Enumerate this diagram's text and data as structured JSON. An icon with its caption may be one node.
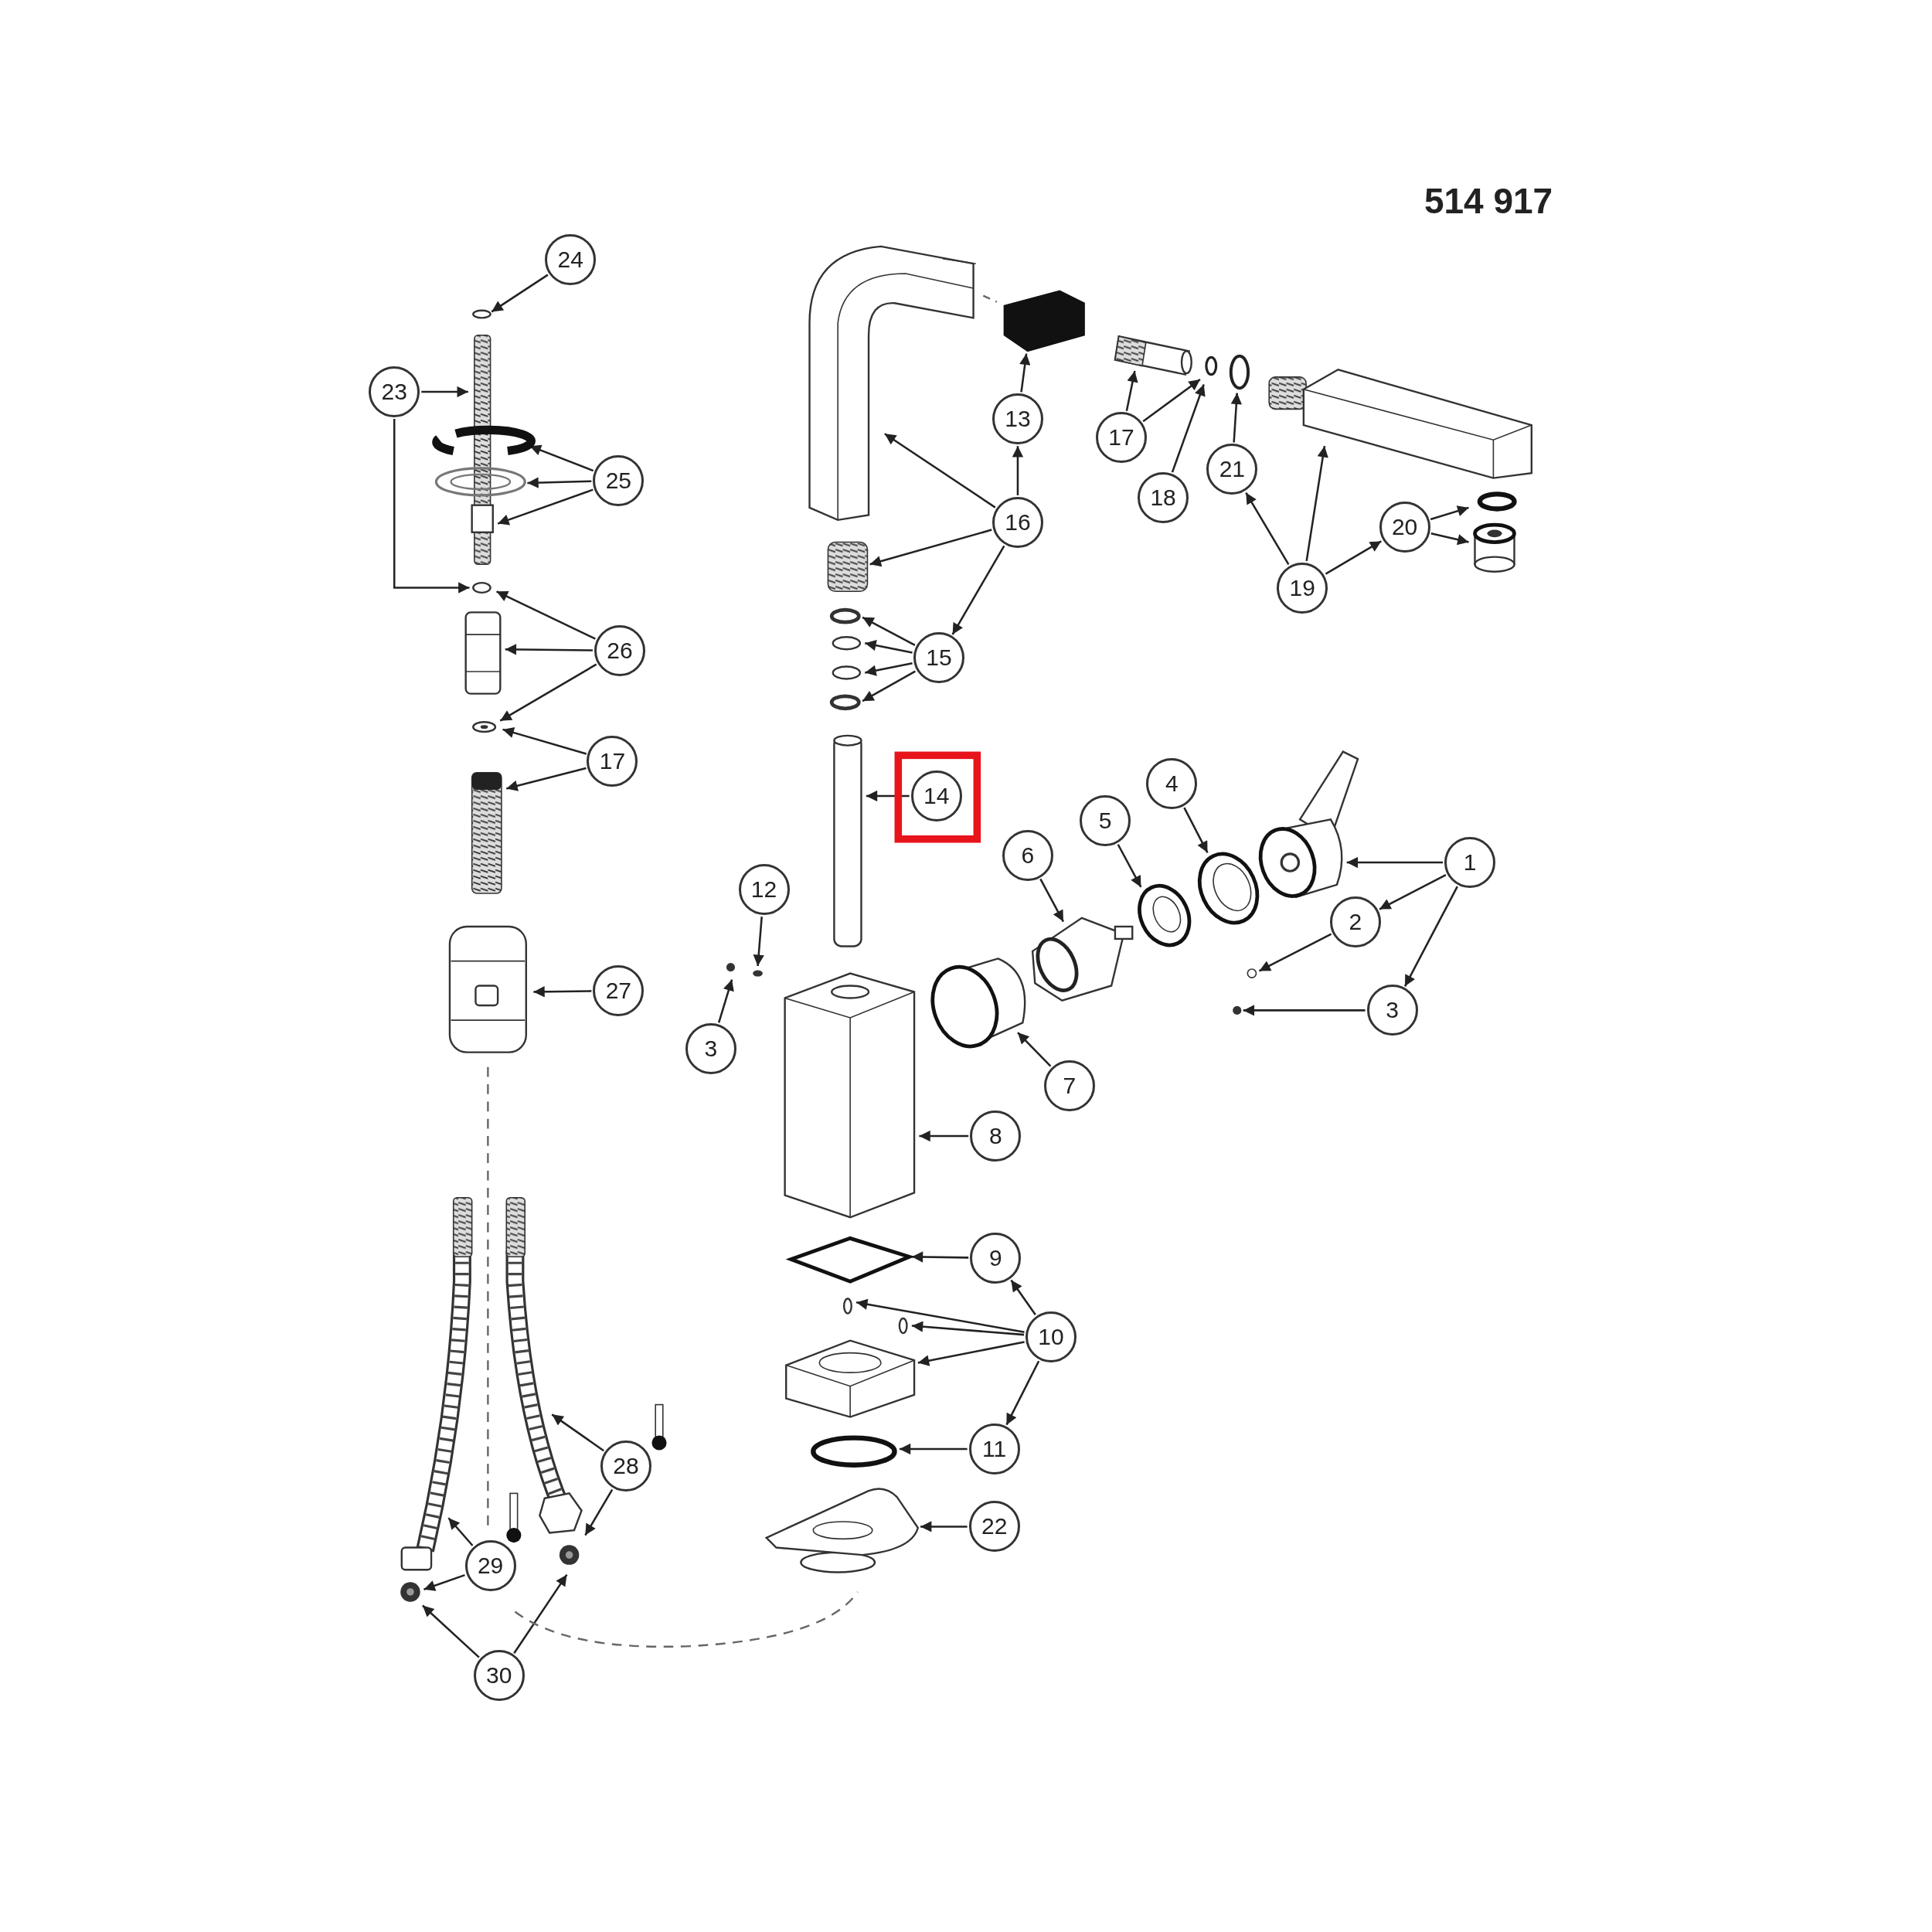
{
  "diagram": {
    "nodes": [
      {
        "text": [
          "24"
        ]
      },
      {
        "text": [
          "23"
        ]
      },
      {
        "text": [
          "25"
        ]
      },
      {
        "text": [
          "26"
        ]
      },
      {
        "text": [
          "17"
        ]
      },
      {
        "text": [
          "27"
        ]
      },
      {
        "text": [
          "28"
        ]
      },
      {
        "text": [
          "29"
        ]
      },
      {
        "text": [
          "30"
        ]
      },
      {
        "text": [
          "13"
        ]
      },
      {
        "text": [
          "16"
        ]
      },
      {
        "text": [
          "15"
        ]
      },
      {
        "text": [
          "14"
        ]
      },
      {
        "text": [
          "12"
        ]
      },
      {
        "text": [
          "3"
        ]
      },
      {
        "text": [
          "8"
        ]
      },
      {
        "text": [
          "9"
        ]
      },
      {
        "text": [
          "10"
        ]
      },
      {
        "text": [
          "11"
        ]
      },
      {
        "text": [
          "22"
        ]
      },
      {
        "text": [
          "17"
        ]
      },
      {
        "text": [
          "18"
        ]
      },
      {
        "text": [
          "21"
        ]
      },
      {
        "text": [
          "19"
        ]
      },
      {
        "text": [
          "20"
        ]
      },
      {
        "text": [
          "6"
        ]
      },
      {
        "text": [
          "5"
        ]
      },
      {
        "text": [
          "4"
        ]
      },
      {
        "text": [
          "1"
        ]
      },
      {
        "text": [
          "2"
        ]
      },
      {
        "text": [
          "3"
        ]
      },
      {
        "text": [
          "7"
        ]
      },
      {
        "text": [],
        "shape": "circle"
      },
      {
        "text": [],
        "shape": "bar"
      },
      {
        "text": [],
        "shape": "picture"
      },
      {
        "text": [],
        "shape": "circle"
      },
      {
        "text": [],
        "shape": "circle"
      },
      {
        "text": [],
        "shape": "cylinder"
      },
      {
        "text": [],
        "shape": "circle"
      },
      {
        "text": [],
        "shape": "bar"
      },
      {
        "text": [],
        "shape": "cylinder"
      },
      {
        "text": [],
        "shape": "picture"
      },
      {
        "text": [],
        "shape": "picture"
      },
      {
        "text": [],
        "shape": "circle"
      },
      {
        "text": [],
        "shape": "circle"
      },
      {
        "text": [],
        "shape": "picture"
      },
      {
        "text": [],
        "shape": "box"
      },
      {
        "text": [],
        "shape": "cylinder"
      },
      {
        "text": [],
        "shape": "circle"
      },
      {
        "text": [],
        "shape": "circle"
      },
      {
        "text": [],
        "shape": "circle"
      },
      {
        "text": [],
        "shape": "circle"
      },
      {
        "text": [],
        "shape": "bar"
      },
      {
        "text": [],
        "shape": "circle"
      },
      {
        "text": [],
        "shape": "circle"
      },
      {
        "text": [],
        "shape": "box"
      },
      {
        "text": [],
        "shape": "diamond"
      },
      {
        "text": [],
        "shape": "circle"
      },
      {
        "text": [],
        "shape": "circle"
      },
      {
        "text": [],
        "shape": "box"
      },
      {
        "text": [],
        "shape": "circle"
      },
      {
        "text": [],
        "shape": "picture"
      },
      {
        "text": [],
        "shape": "cylinder"
      },
      {
        "text": [],
        "shape": "circle"
      },
      {
        "text": [],
        "shape": "circle"
      },
      {
        "text": [],
        "shape": "picture"
      },
      {
        "text": [],
        "shape": "circle"
      },
      {
        "text": [],
        "shape": "cylinder"
      },
      {
        "text": [],
        "shape": "picture"
      },
      {
        "text": [],
        "shape": "circle"
      },
      {
        "text": [],
        "shape": "circle"
      },
      {
        "text": [],
        "shape": "picture"
      },
      {
        "text": [],
        "shape": "circle"
      },
      {
        "text": [],
        "shape": "circle"
      },
      {
        "text": [],
        "shape": "cylinder"
      }
    ],
    "edges": [
      {
        "from": 0,
        "to": 32,
        "arrow": "to"
      },
      {
        "from": 1,
        "to": 33,
        "arrow": "to"
      },
      {
        "from": 1,
        "to": 36,
        "arrow": "to"
      },
      {
        "from": 2,
        "to": 34,
        "arrow": "to"
      },
      {
        "from": 2,
        "to": 35,
        "arrow": "to"
      },
      {
        "from": 2,
        "to": 33,
        "arrow": "to"
      },
      {
        "from": 3,
        "to": 36,
        "arrow": "to"
      },
      {
        "from": 3,
        "to": 37,
        "arrow": "to"
      },
      {
        "from": 3,
        "to": 38,
        "arrow": "to"
      },
      {
        "from": 4,
        "to": 38,
        "arrow": "to"
      },
      {
        "from": 4,
        "to": 39,
        "arrow": "to"
      },
      {
        "from": 5,
        "to": 40,
        "arrow": "to"
      },
      {
        "from": 6,
        "to": 42,
        "arrow": "to"
      },
      {
        "from": 6,
        "to": 44,
        "arrow": "to"
      },
      {
        "from": 7,
        "to": 41,
        "arrow": "to"
      },
      {
        "from": 7,
        "to": 43,
        "arrow": "to"
      },
      {
        "from": 8,
        "to": 43,
        "arrow": "to"
      },
      {
        "from": 8,
        "to": 44,
        "arrow": "to"
      },
      {
        "from": 9,
        "to": 46,
        "arrow": "to"
      },
      {
        "from": 10,
        "to": 45,
        "arrow": "to"
      },
      {
        "from": 10,
        "to": 9,
        "arrow": "to"
      },
      {
        "from": 10,
        "to": 47,
        "arrow": "to"
      },
      {
        "from": 10,
        "to": 11,
        "arrow": "to"
      },
      {
        "from": 11,
        "to": 48,
        "arrow": "to"
      },
      {
        "from": 11,
        "to": 49,
        "arrow": "to"
      },
      {
        "from": 11,
        "to": 50,
        "arrow": "to"
      },
      {
        "from": 11,
        "to": 51,
        "arrow": "to"
      },
      {
        "from": 12,
        "to": 52,
        "arrow": "to"
      },
      {
        "from": 13,
        "to": 53,
        "arrow": "to"
      },
      {
        "from": 14,
        "to": 54,
        "arrow": "to"
      },
      {
        "from": 15,
        "to": 55,
        "arrow": "to"
      },
      {
        "from": 16,
        "to": 56,
        "arrow": "to"
      },
      {
        "from": 17,
        "to": 16,
        "arrow": "to"
      },
      {
        "from": 17,
        "to": 57,
        "arrow": "to"
      },
      {
        "from": 17,
        "to": 58,
        "arrow": "to"
      },
      {
        "from": 17,
        "to": 59,
        "arrow": "to"
      },
      {
        "from": 17,
        "to": 18,
        "arrow": "to"
      },
      {
        "from": 18,
        "to": 60,
        "arrow": "to"
      },
      {
        "from": 19,
        "to": 61,
        "arrow": "to"
      },
      {
        "from": 20,
        "to": 62,
        "arrow": "to"
      },
      {
        "from": 20,
        "to": 63,
        "arrow": "to"
      },
      {
        "from": 21,
        "to": 63,
        "arrow": "to"
      },
      {
        "from": 22,
        "to": 64,
        "arrow": "to"
      },
      {
        "from": 23,
        "to": 22,
        "arrow": "to"
      },
      {
        "from": 23,
        "to": 65,
        "arrow": "to"
      },
      {
        "from": 23,
        "to": 24,
        "arrow": "to"
      },
      {
        "from": 24,
        "to": 66,
        "arrow": "to"
      },
      {
        "from": 24,
        "to": 67,
        "arrow": "to"
      },
      {
        "from": 25,
        "to": 68,
        "arrow": "to"
      },
      {
        "from": 26,
        "to": 69,
        "arrow": "to"
      },
      {
        "from": 27,
        "to": 70,
        "arrow": "to"
      },
      {
        "from": 28,
        "to": 71,
        "arrow": "to"
      },
      {
        "from": 28,
        "to": 29,
        "arrow": "to"
      },
      {
        "from": 28,
        "to": 30,
        "arrow": "to"
      },
      {
        "from": 29,
        "to": 72,
        "arrow": "to"
      },
      {
        "from": 30,
        "to": 73,
        "arrow": "to"
      },
      {
        "from": 31,
        "to": 74,
        "arrow": "to"
      }
    ],
    "labels": [
      "514 917"
    ]
  }
}
